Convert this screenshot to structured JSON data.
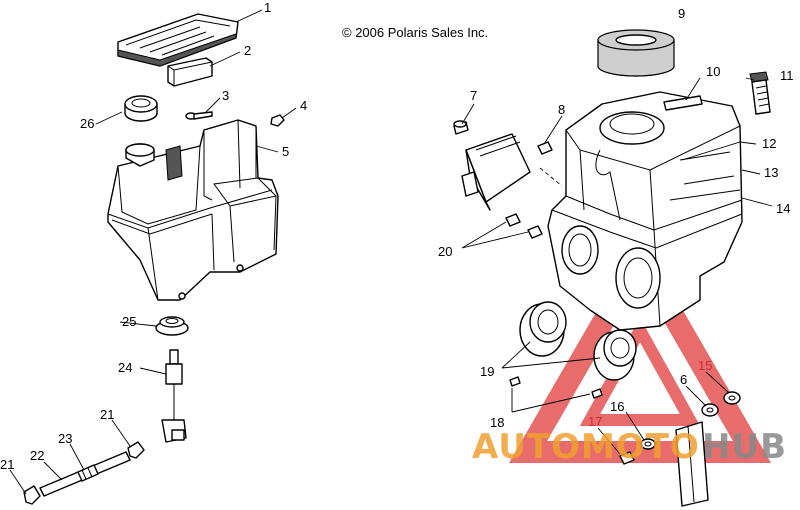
{
  "copyright": "© 2006 Polaris Sales Inc.",
  "watermark": {
    "text_orange": "AUTOMOTO",
    "text_grey": "HUB",
    "color_orange": "#f0a030",
    "color_grey": "#888888",
    "color_triangle": "#e23b3b"
  },
  "callouts": {
    "c1": "1",
    "c2": "2",
    "c3": "3",
    "c4": "4",
    "c5": "5",
    "c6": "6",
    "c7": "7",
    "c8": "8",
    "c9": "9",
    "c10": "10",
    "c11": "11",
    "c12": "12",
    "c13": "13",
    "c14": "14",
    "c15": "15",
    "c16": "16",
    "c17": "17",
    "c18": "18",
    "c19": "19",
    "c20": "20",
    "c21a": "21",
    "c21b": "21",
    "c22": "22",
    "c23": "23",
    "c24": "24",
    "c25": "25",
    "c26": "26"
  }
}
